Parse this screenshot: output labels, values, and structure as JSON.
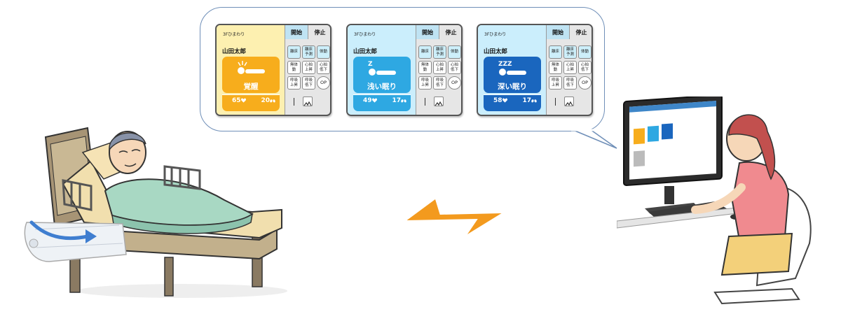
{
  "cards": [
    {
      "room": "3Fひまわり",
      "name": "山田太郎",
      "status": "覚醒",
      "status_color": "#f7ad1c",
      "panel_color": "#fdf0b0",
      "sleep_icon": "awake-icon",
      "heart_rate": "65",
      "resp_rate": "20",
      "start_label": "開始",
      "stop_label": "停止"
    },
    {
      "room": "3Fひまわり",
      "name": "山田太郎",
      "status": "浅い眠り",
      "status_color": "#2ea8e2",
      "panel_color": "#cbeefc",
      "sleep_icon": "light-sleep-icon",
      "heart_rate": "49",
      "resp_rate": "17",
      "start_label": "開始",
      "stop_label": "停止"
    },
    {
      "room": "3Fひまわり",
      "name": "山田太郎",
      "status": "深い眠り",
      "status_color": "#1a66be",
      "panel_color": "#cbeefc",
      "sleep_icon": "deep-sleep-icon",
      "heart_rate": "58",
      "resp_rate": "17",
      "start_label": "開始",
      "stop_label": "停止"
    }
  ],
  "alerts": [
    {
      "label": "離床",
      "on": true
    },
    {
      "label": "離床\n予測",
      "on": true
    },
    {
      "label": "体動",
      "on": true
    },
    {
      "label": "無体\n動",
      "on": false
    },
    {
      "label": "心拍\n上昇",
      "on": false
    },
    {
      "label": "心拍\n低下",
      "on": false
    },
    {
      "label": "呼吸\n上昇",
      "on": false
    },
    {
      "label": "呼吸\n低下",
      "on": false
    },
    {
      "label": "OP",
      "on": false
    }
  ],
  "sleep_glyphs": {
    "awake-icon": "",
    "light-sleep-icon": "Z",
    "deep-sleep-icon": "ZZZ"
  },
  "colors": {
    "bubble_border": "#6f8fb8",
    "bolt": "#f39a1e",
    "arrow": "#3f7ed0"
  }
}
